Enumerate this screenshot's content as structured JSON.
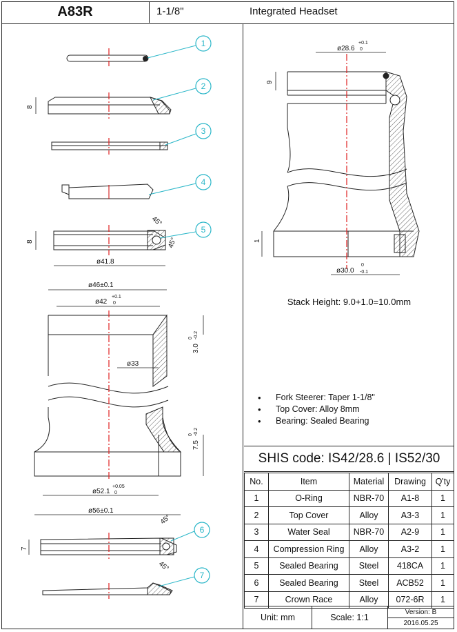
{
  "header": {
    "model": "A83R",
    "size": "1-1/8\"",
    "name": "Integrated Headset"
  },
  "balloons": [
    "1",
    "2",
    "3",
    "4",
    "5",
    "6",
    "7"
  ],
  "dims": {
    "d8_top": "8",
    "d8_bearing": "8",
    "d41_8": "ø41.8",
    "angle45a": "45°",
    "angle45b": "45°",
    "d46": "ø46±0.1",
    "d42": "ø42",
    "d42_tol": "+0.1",
    "d42_tol0": "0",
    "d3": "3.0",
    "d3_tol": "0",
    "d3_tol2": "-0.2",
    "d33": "ø33",
    "d7_5": "7.5",
    "d7_5_tol": "0",
    "d7_5_tol2": "-0.2",
    "d52": "ø52.1",
    "d52_tol": "+0.05",
    "d52_tol0": "0",
    "d56": "ø56±0.1",
    "d7": "7",
    "angle45c": "45°",
    "angle45d": "45°",
    "d28": "ø28.6",
    "d28_tol": "+0.1",
    "d28_tol0": "0",
    "d9": "9",
    "d1": "1",
    "d30": "ø30.0",
    "d30_tol": "0",
    "d30_tol2": "-0.1"
  },
  "stack_height": "Stack Height: 9.0+1.0=10.0mm",
  "features": [
    "Fork Steerer: Taper 1-1/8\"",
    "Top Cover: Alloy 8mm",
    "Bearing: Sealed Bearing"
  ],
  "shis": "SHIS code: IS42/28.6 | IS52/30",
  "table": {
    "headers": [
      "No.",
      "Item",
      "Material",
      "Drawing",
      "Q'ty"
    ],
    "rows": [
      [
        "1",
        "O-Ring",
        "NBR-70",
        "A1-8",
        "1"
      ],
      [
        "2",
        "Top Cover",
        "Alloy",
        "A3-3",
        "1"
      ],
      [
        "3",
        "Water Seal",
        "NBR-70",
        "A2-9",
        "1"
      ],
      [
        "4",
        "Compression Ring",
        "Alloy",
        "A3-2",
        "1"
      ],
      [
        "5",
        "Sealed Bearing",
        "Steel",
        "418CA",
        "1"
      ],
      [
        "6",
        "Sealed Bearing",
        "Steel",
        "ACB52",
        "1"
      ],
      [
        "7",
        "Crown Race",
        "Alloy",
        "072-6R",
        "1"
      ]
    ]
  },
  "footer": {
    "unit": "Unit: mm",
    "scale": "Scale: 1:1",
    "version": "Version: B",
    "date": "2016.05.25"
  },
  "colors": {
    "line": "#222222",
    "centerline": "#e02020",
    "leader": "#29b6c8"
  }
}
